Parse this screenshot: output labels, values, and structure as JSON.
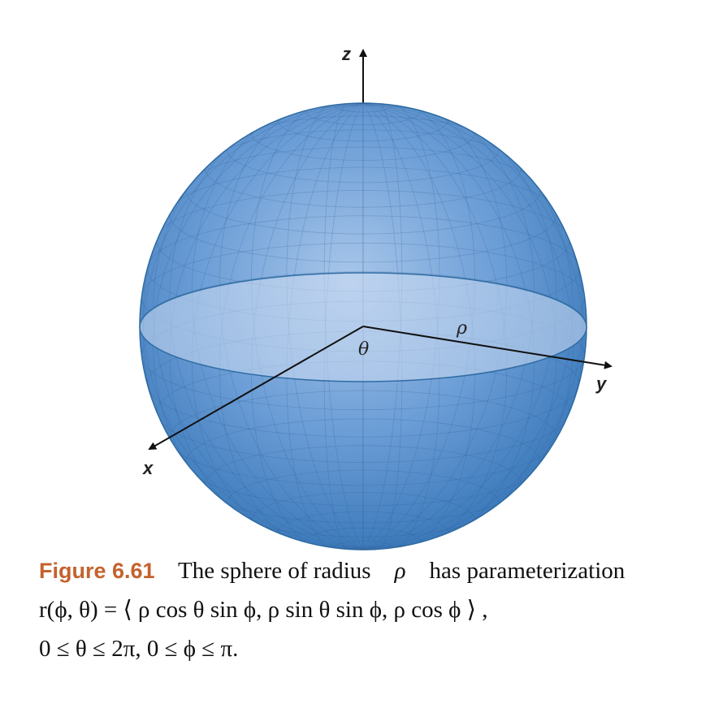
{
  "axes": {
    "z": "z",
    "y": "y",
    "x": "x"
  },
  "symbols": {
    "theta": "θ",
    "rho": "ρ"
  },
  "colors": {
    "sphere_edge": "#2f6da4",
    "sphere_mid": "#5f95d0",
    "sphere_light": "#a9c7ea",
    "caption_label": "#c4622d"
  },
  "caption": {
    "label": "Figure 6.61",
    "line1_text": "The sphere of radius",
    "line1_symbol": "ρ",
    "line1_end": "has parameterization",
    "line2": "r(ϕ, θ) =  ⟨ ρ cos θ sin ϕ,  ρ sin θ sin ϕ,  ρ cos ϕ ⟩ ,",
    "line3": "0 ≤ θ ≤ 2π, 0 ≤ ϕ ≤ π."
  }
}
